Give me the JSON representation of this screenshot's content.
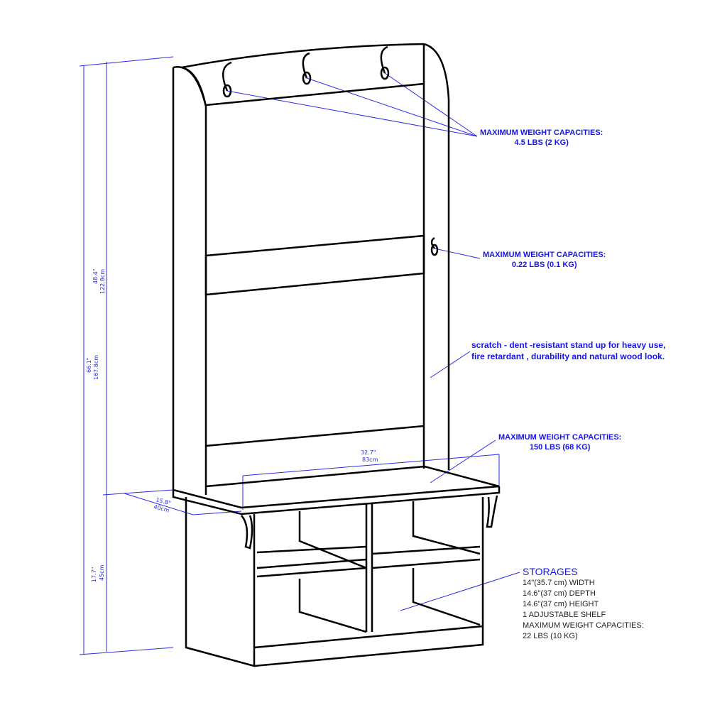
{
  "colors": {
    "annotation": "#1414f0",
    "line": "#000000"
  },
  "dimensions": {
    "total_height_in": "66.1\"",
    "total_height_cm": "167.8cm",
    "upper_height_in": "48.4\"",
    "upper_height_cm": "122.8cm",
    "bench_height_in": "17.7\"",
    "bench_height_cm": "45cm",
    "width_in": "32.7\"",
    "width_cm": "83cm",
    "depth_in": "15.8\"",
    "depth_cm": "40cm"
  },
  "annotations": {
    "hooks": {
      "line1": "MAXIMUM WEIGHT CAPACITIES:",
      "line2": "4.5 LBS (2 KG)"
    },
    "side_hook": {
      "line1": "MAXIMUM WEIGHT CAPACITIES:",
      "line2": "0.22 LBS (0.1 KG)"
    },
    "surface": {
      "line1": "scratch - dent -resistant stand up for heavy use,",
      "line2": "fire retardant , durability and natural wood look."
    },
    "bench": {
      "line1": "MAXIMUM WEIGHT CAPACITIES:",
      "line2": "150 LBS (68 KG)"
    },
    "storages": {
      "title": "STORAGES",
      "lines": [
        "14\"(35.7 cm) WIDTH",
        "14.6\"(37 cm) DEPTH",
        "14.6\"(37 cm) HEIGHT",
        "1 ADJUSTABLE SHELF",
        "MAXIMUM WEIGHT CAPACITIES:",
        "22 LBS (10 KG)"
      ]
    }
  }
}
